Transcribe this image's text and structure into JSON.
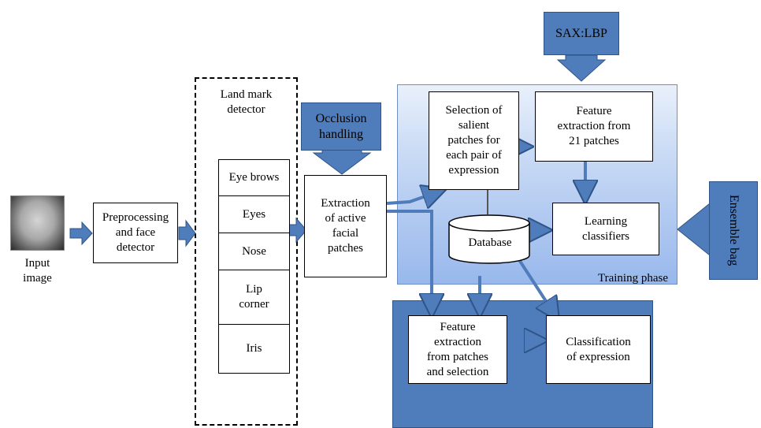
{
  "input": {
    "label": "Input\nimage"
  },
  "preprocessing": {
    "label": "Preprocessing\nand face\ndetector"
  },
  "landmark": {
    "title": "Land mark\ndetector",
    "items": [
      "Eye brows",
      "Eyes",
      "Nose",
      "Lip\ncorner",
      "Iris"
    ]
  },
  "occlusion": {
    "label": "Occlusion\nhandling"
  },
  "extraction": {
    "label": "Extraction\nof active\nfacial\npatches"
  },
  "sax": {
    "label": "SAX:LBP"
  },
  "selection": {
    "label": "Selection of\nsalient\npatches for\neach pair of\nexpression"
  },
  "feature21": {
    "label": "Feature\nextraction from\n21 patches"
  },
  "database": {
    "label": "Database"
  },
  "learning": {
    "label": "Learning\nclassifiers"
  },
  "ensemble": {
    "label": "Ensemble bag"
  },
  "training_phase": {
    "label": "Training phase"
  },
  "feature_sel": {
    "label": "Feature\nextraction\nfrom patches\nand selection"
  },
  "classification": {
    "label": "Classification\nof expression"
  },
  "colors": {
    "blue_fill": "#4f7cba",
    "arrow_fill": "#4f7cba",
    "panel_gradient_top": "#e9f0fb",
    "panel_gradient_bottom": "#98b8ec"
  }
}
